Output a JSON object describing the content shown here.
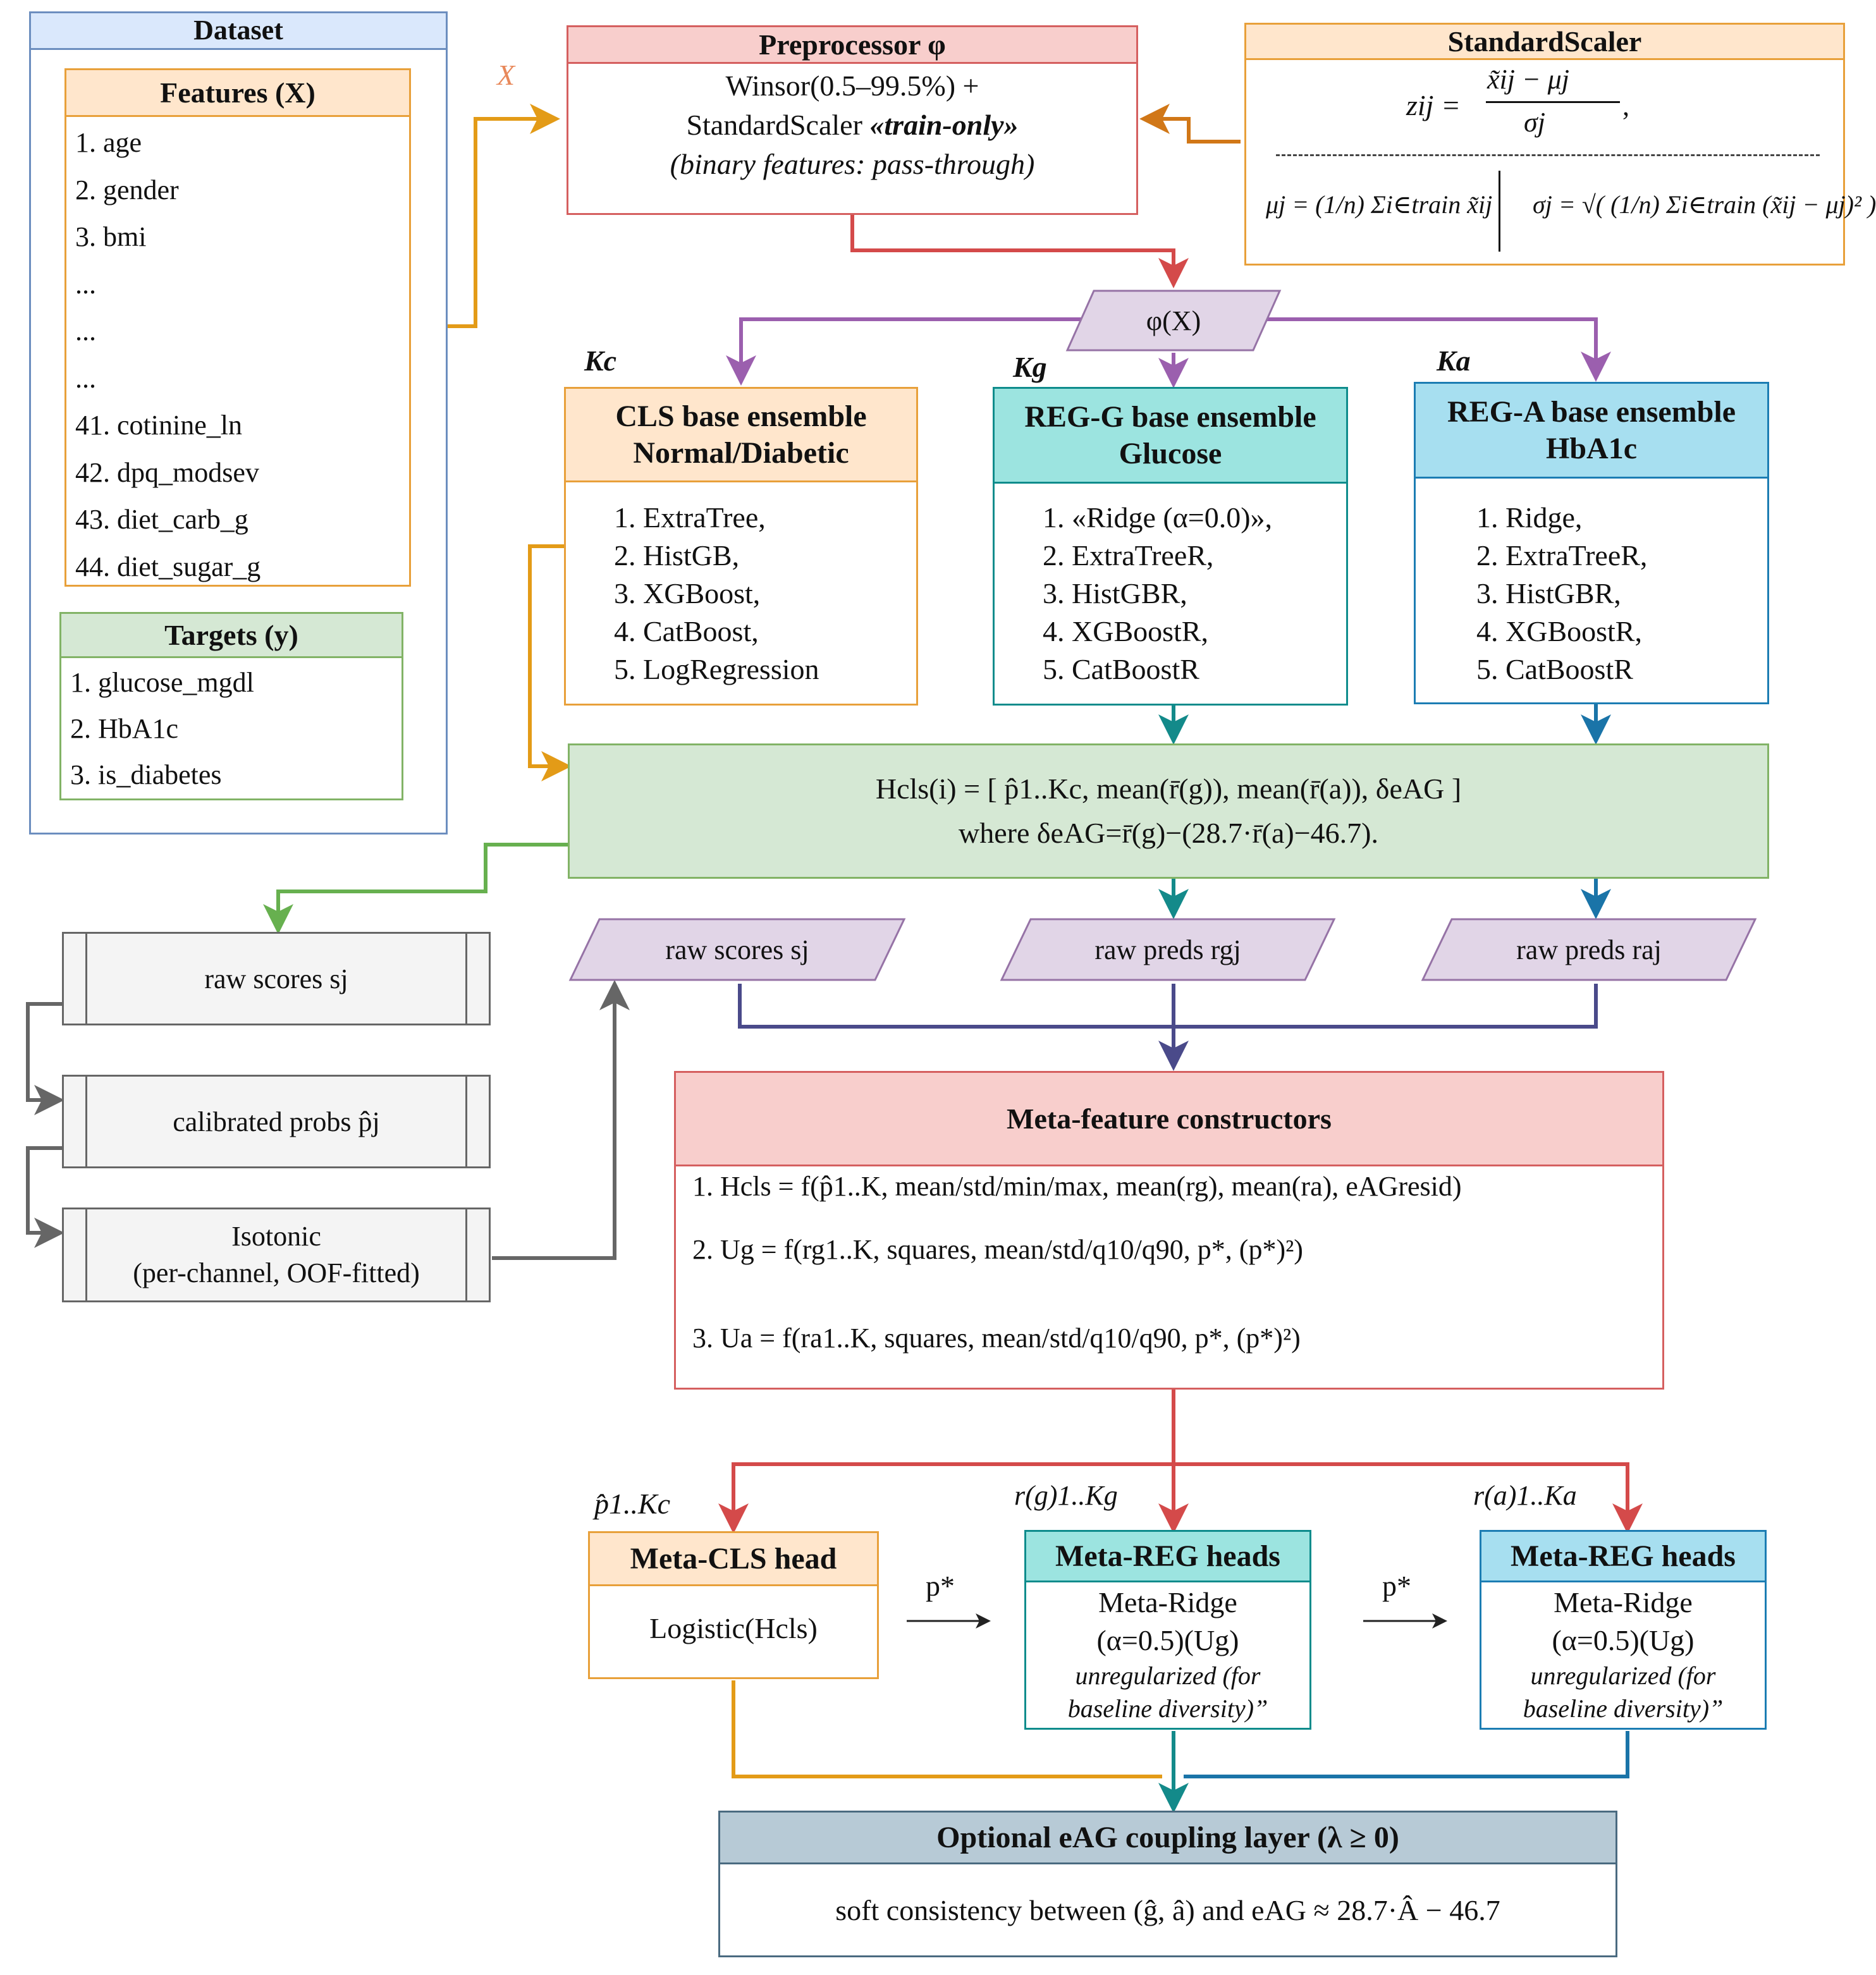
{
  "colors": {
    "blue_header": "#dae8fc",
    "blue_border": "#6c8ebf",
    "orange_fill": "#ffe6cc",
    "orange_border": "#e8a03a",
    "green_fill": "#d5e8d4",
    "green_border": "#82b366",
    "red_fill": "#f8cecc",
    "red_border": "#d55f5f",
    "purple_fill": "#e1d5e7",
    "purple_border": "#9673a6",
    "teal_fill": "#9ce4e0",
    "teal_border": "#0e8c8c",
    "cyan_fill": "#a7dff0",
    "cyan_border": "#1c7db3",
    "slate_fill": "#b7cad6",
    "slate_border": "#4a6a80",
    "gray_fill": "#f4f4f4",
    "gray_border": "#666666"
  },
  "dataset": {
    "title": "Dataset",
    "features": {
      "title": "Features (X)",
      "items": [
        "1. age",
        "2. gender",
        "3. bmi",
        "...",
        "...",
        "...",
        "41. cotinine_ln",
        "42. dpq_modsev",
        "43. diet_carb_g",
        "44. diet_sugar_g"
      ]
    },
    "targets": {
      "title": "Targets (y)",
      "items": [
        "1. glucose_mgdl",
        "2. HbA1c",
        "3. is_diabetes"
      ]
    }
  },
  "x_label": "X",
  "preprocessor": {
    "title": "Preprocessor φ",
    "line1": "Winsor(0.5–99.5%) +",
    "line2_a": "StandardScaler ",
    "line2_b": "«train-only»",
    "line3": "(binary features: pass-through)"
  },
  "scaler": {
    "title": "StandardScaler",
    "z": "zij",
    "z_rhs": "x̃ij − μj",
    "z_den": "σj",
    "mu": "μj = (1/n) Σi∈train x̃ij",
    "sigma": "σj = √( (1/n) Σi∈train (x̃ij − μj)² )"
  },
  "phi_x": "φ(X)",
  "ensembles": {
    "cls": {
      "tag": "Kc",
      "title1": "CLS base ensemble",
      "title2": "Normal/Diabetic",
      "items": [
        "1. ExtraTree,",
        "2. HistGB,",
        "3. XGBoost,",
        "4. CatBoost,",
        "5. LogRegression"
      ]
    },
    "regg": {
      "tag": "Kg",
      "title1": "REG-G base ensemble",
      "title2": "Glucose",
      "items": [
        "1. «Ridge (α=0.0)»,",
        "2. ExtraTreeR,",
        "3. HistGBR,",
        "4. XGBoostR,",
        "5. CatBoostR"
      ]
    },
    "rega": {
      "tag": "Ka",
      "title1": "REG-A base ensemble",
      "title2": "HbA1c",
      "items": [
        "1. Ridge,",
        "2. ExtraTreeR,",
        "3. HistGBR,",
        "4. XGBoostR,",
        "5. CatBoostR"
      ]
    }
  },
  "hcls": {
    "line1": "Hcls(i) = [ p̂1..Kc, mean(r̄(g)), mean(r̄(a)), δeAG ]",
    "line2": "where δeAG=r̄(g)−(28.7·r̄(a)−46.7)."
  },
  "raw": {
    "scores": "raw scores sj",
    "preds_g": "raw preds rgj",
    "preds_a": "raw preds raj"
  },
  "calibration": {
    "raw_scores": "raw scores sj",
    "calibrated": "calibrated probs p̂j",
    "isotonic1": "Isotonic",
    "isotonic2": "(per-channel, OOF-fitted)"
  },
  "meta_feature": {
    "title": "Meta-feature constructors",
    "item1": "1. Hcls = f(p̂1..K, mean/std/min/max, mean(rg), mean(ra), eAGresid)",
    "item2": "2. Ug  = f(rg1..K, squares, mean/std/q10/q90, p*, (p*)²)",
    "item3": "3. Ua  = f(ra1..K, squares, mean/std/q10/q90, p*, (p*)²)"
  },
  "heads": {
    "cls_label": "p̂1..Kc",
    "g_label": "r(g)1..Kg",
    "a_label": "r(a)1..Ka",
    "cls_title": "Meta-CLS head",
    "cls_body": "Logistic(Hcls)",
    "pstar": "p*",
    "reg_title": "Meta-REG heads",
    "reg_line1": "Meta-Ridge",
    "reg_line2": "(α=0.5)(Ug)",
    "reg_line3": "unregularized (for",
    "reg_line4": "baseline diversity)”"
  },
  "coupling": {
    "title": "Optional eAG coupling layer (λ ≥ 0)",
    "body": "soft consistency between (ĝ, â) and eAG ≈ 28.7·Â − 46.7"
  }
}
